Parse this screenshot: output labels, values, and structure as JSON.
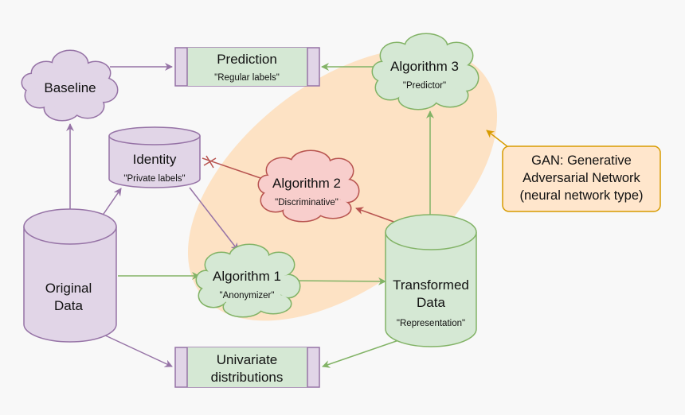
{
  "nodes": {
    "prediction": {
      "title": "Prediction",
      "subtitle": "\"Regular labels\""
    },
    "baseline": {
      "title": "Baseline"
    },
    "identity": {
      "title": "Identity",
      "subtitle": "\"Private labels\""
    },
    "algorithm3": {
      "title": "Algorithm 3",
      "subtitle": "\"Predictor\""
    },
    "algorithm2": {
      "title": "Algorithm 2",
      "subtitle": "\"Discriminative\""
    },
    "algorithm1": {
      "title": "Algorithm 1",
      "subtitle": "\"Anonymizer\""
    },
    "original_data": {
      "line1": "Original",
      "line2": "Data"
    },
    "transformed_data": {
      "line1": "Transformed",
      "line2": "Data",
      "subtitle": "\"Representation\""
    },
    "univariate": {
      "line1": "Univariate",
      "line2": "distributions"
    },
    "gan_note": {
      "line1": "GAN: Generative",
      "line2": "Adversarial Network",
      "line3": "(neural network type)"
    }
  },
  "colors": {
    "purple_fill": "#e1d5e7",
    "purple_stroke": "#9673a6",
    "green_fill": "#d5e8d4",
    "green_stroke": "#82b366",
    "red_fill": "#f8cecc",
    "red_stroke": "#b85450",
    "orange_fill": "#ffe6cc",
    "orange_stroke": "#d79b00",
    "highlight_fill": "#fde2c4"
  }
}
